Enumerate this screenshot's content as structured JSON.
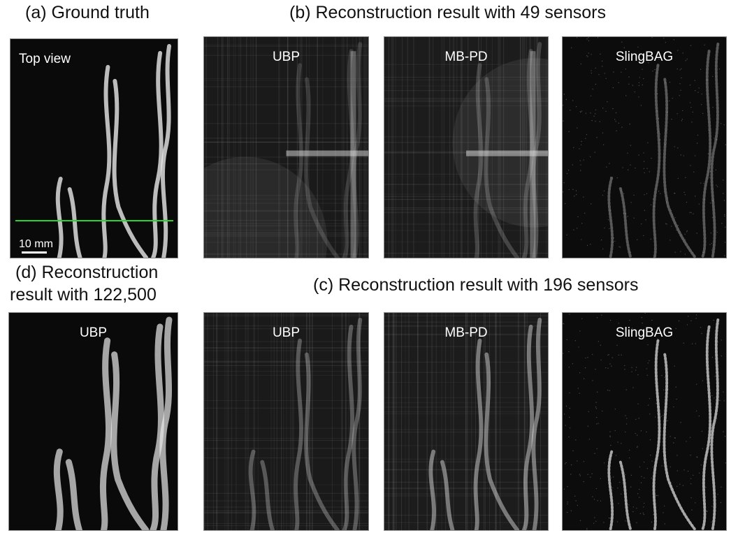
{
  "captions": {
    "a": "(a) Ground truth",
    "b": "(b) Reconstruction result with 49 sensors",
    "c": "(c) Reconstruction result with 196 sensors",
    "d_line1": "(d) Reconstruction",
    "d_line2": "result with 122,500"
  },
  "panel_a": {
    "label": "Top view",
    "scale_bar": "10 mm",
    "line_color": "#2bd42b"
  },
  "panel_b": [
    {
      "label": "UBP"
    },
    {
      "label": "MB-PD"
    },
    {
      "label": "SlingBAG"
    }
  ],
  "panel_c": [
    {
      "label": "UBP"
    },
    {
      "label": "MB-PD"
    },
    {
      "label": "SlingBAG"
    }
  ],
  "panel_d": {
    "label": "UBP"
  }
}
